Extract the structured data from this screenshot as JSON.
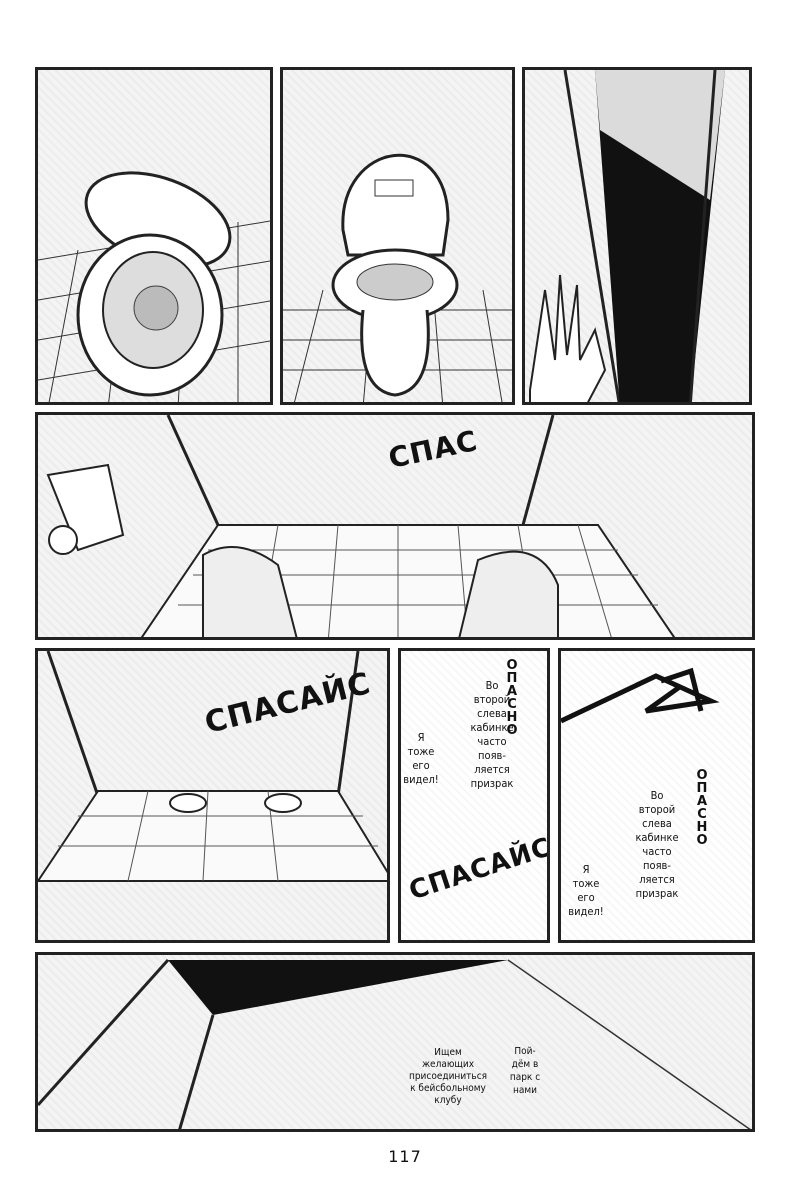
{
  "sfx": {
    "p4_help": "СПАС",
    "p5_help": "СПАСАЙС",
    "p6_help": "СПАСАЙСЯ"
  },
  "p6": {
    "rumor_lines": [
      "Во",
      "второй",
      "слева",
      "кабинке",
      "часто",
      "появ-",
      "ляется",
      "призрак"
    ],
    "danger_vertical": "ОПАСНО",
    "saw_lines": [
      "Я",
      "тоже",
      "его",
      "видел!"
    ]
  },
  "p7": {
    "rumor_lines": [
      "Во",
      "второй",
      "слева",
      "кабинке",
      "часто",
      "появ-",
      "ляется",
      "призрак"
    ],
    "danger_vertical": "ОПАСНО",
    "saw_lines": [
      "Я",
      "тоже",
      "его",
      "видел!"
    ]
  },
  "p8": {
    "club_lines": [
      "Ищем",
      "желающих",
      "присоединиться",
      "к бейсбольному",
      "клубу"
    ],
    "park_lines": [
      "Пой-",
      "дём в",
      "парк с",
      "нами"
    ]
  },
  "page_number": "117"
}
